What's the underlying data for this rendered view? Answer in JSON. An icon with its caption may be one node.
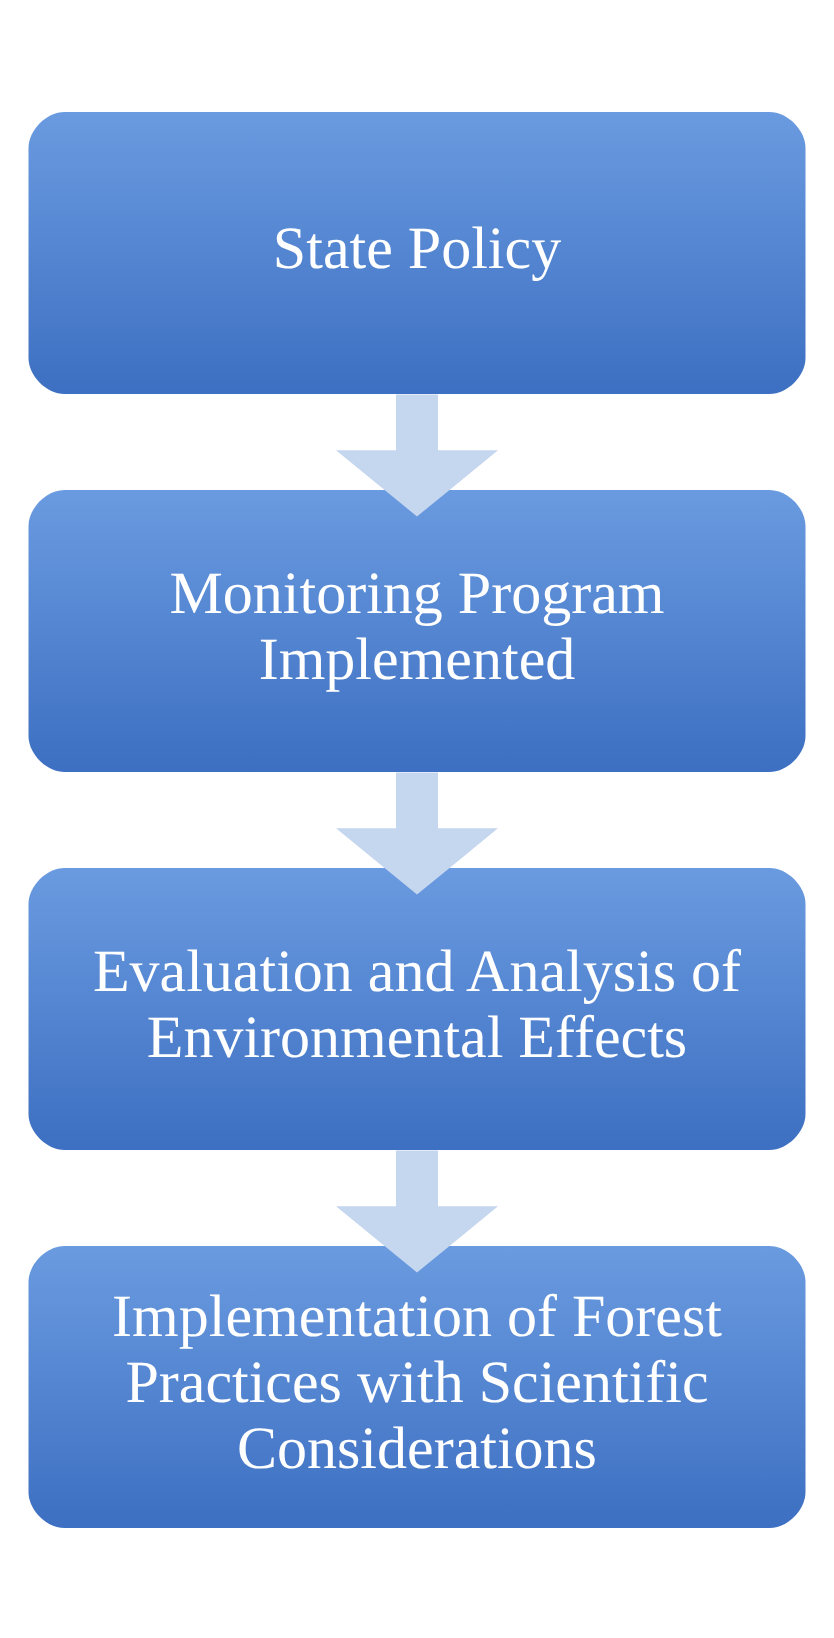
{
  "diagram": {
    "nodes": [
      {
        "text": [
          "State Policy"
        ]
      },
      {
        "text": [
          "Monitoring Program Implemented"
        ]
      },
      {
        "text": [
          "Evaluation and Analysis of Environmental Effects"
        ]
      },
      {
        "text": [
          "Implementation of Forest Practices with Scientific Considerations"
        ]
      }
    ],
    "edges": [
      {
        "from": 0,
        "to": 1,
        "arrow": "to"
      },
      {
        "from": 1,
        "to": 2,
        "arrow": "to"
      },
      {
        "from": 2,
        "to": 3,
        "arrow": "to"
      }
    ]
  }
}
